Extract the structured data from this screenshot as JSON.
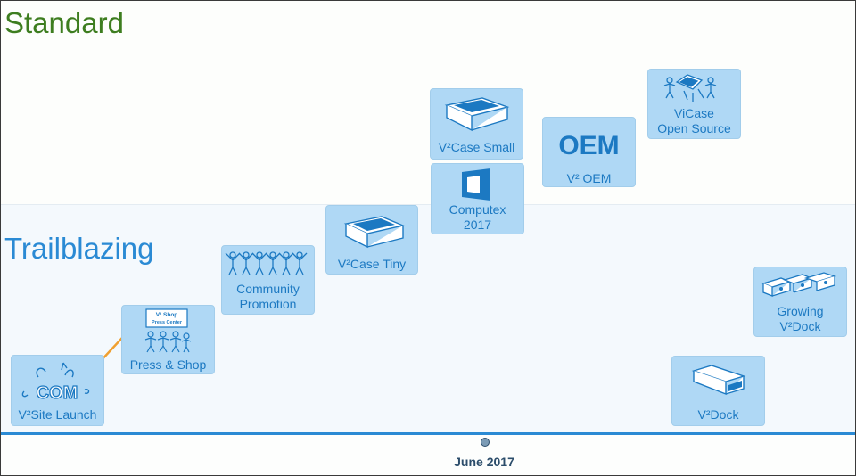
{
  "zones": {
    "standard": "Standard",
    "trailblazing": "Trailblazing"
  },
  "timeline": {
    "date_label": "June 2017"
  },
  "milestones": {
    "site_launch": "V²Site Launch",
    "press_shop": "Press & Shop",
    "community": [
      "Community",
      "Promotion"
    ],
    "case_tiny": "V²Case Tiny",
    "case_small": "V²Case Small",
    "computex": [
      "Computex",
      "2017"
    ],
    "oem_mark": "OEM",
    "oem": "V² OEM",
    "vicase": [
      "ViCase",
      "Open Source"
    ],
    "growing": [
      "Growing",
      "V²Dock"
    ],
    "dock": "V²Dock"
  },
  "icon_text": {
    "site_logo": "COM",
    "shop_sign": [
      "V² Shop",
      "Press Center"
    ]
  },
  "colors": {
    "standard_title": "#3d7d1f",
    "trailblazing_title": "#2a8ad4",
    "card_fill": "#afd8f5",
    "card_text": "#1c79c2",
    "timeline_axis": "#2a8ad4",
    "connector": "#f0a030"
  }
}
